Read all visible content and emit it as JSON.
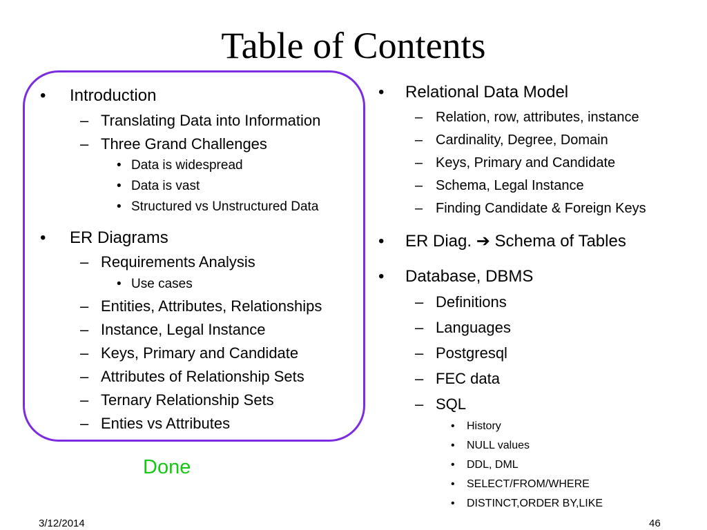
{
  "title": "Table of Contents",
  "left_column": {
    "introduction": {
      "label": "Introduction",
      "subitems": [
        "Translating Data into Information",
        "Three Grand Challenges"
      ],
      "challenges": [
        "Data is widespread",
        "Data is vast",
        "Structured vs Unstructured Data"
      ]
    },
    "er_diagrams": {
      "label": "ER Diagrams",
      "requirements": "Requirements Analysis",
      "requirements_sub": [
        "Use cases"
      ],
      "subitems": [
        "Entities, Attributes, Relationships",
        "Instance, Legal Instance",
        "Keys, Primary and Candidate",
        "Attributes of Relationship Sets",
        "Ternary Relationship Sets",
        "Enties vs Attributes"
      ]
    },
    "done_label": "Done",
    "done_color": "#14c814",
    "box_color": "#7b2ce0"
  },
  "right_column": {
    "relational_model": {
      "label": "Relational Data Model",
      "subitems": [
        "Relation, row, attributes, instance",
        "Cardinality, Degree, Domain",
        "Keys, Primary and Candidate",
        "Schema, Legal Instance",
        "Finding Candidate & Foreign Keys"
      ]
    },
    "er_diag": {
      "before": "ER Diag.",
      "arrow": "➔",
      "after": "Schema of Tables"
    },
    "database": {
      "label": "Database, DBMS",
      "subitems": [
        "Definitions",
        "Languages",
        "Postgresql",
        "FEC data",
        "SQL"
      ],
      "sql_topics": [
        "History",
        "NULL values",
        "DDL, DML",
        "SELECT/FROM/WHERE",
        "DISTINCT,ORDER BY,LIKE"
      ]
    }
  },
  "footer": {
    "date": "3/12/2014",
    "page": "46"
  },
  "markers": {
    "bullet": "•",
    "dash": "–"
  }
}
